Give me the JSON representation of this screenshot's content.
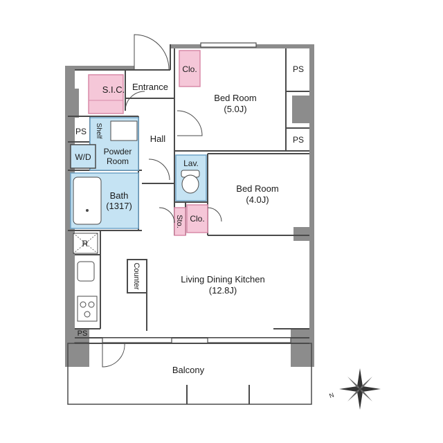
{
  "colors": {
    "wall": "#8c8c8c",
    "wall_dark": "#6e6e6e",
    "line": "#4a4a4a",
    "pink": "#f5c7d8",
    "pink_line": "#d88aa8",
    "blue": "#c5e3f3",
    "blue_line": "#6fa3c7",
    "text": "#1a1a1a"
  },
  "rooms": {
    "entrance": "Entrance",
    "sic": "S.I.C.",
    "closet_top": "Clo.",
    "bedroom1_name": "Bed Room",
    "bedroom1_size": "(5.0J)",
    "ps_top_right": "PS",
    "ps_mid_right": "PS",
    "ps_left": "PS",
    "shelf": "Shelf",
    "hall": "Hall",
    "wd": "W/D",
    "powder_line1": "Powder",
    "powder_line2": "Room",
    "lav": "Lav.",
    "bedroom2_name": "Bed Room",
    "bedroom2_size": "(4.0J)",
    "bath_line1": "Bath",
    "bath_line2": "(1317)",
    "sto": "Sto.",
    "closet_mid": "Clo.",
    "refrigerator": "R",
    "counter": "Counter",
    "ldk_name": "Living Dining Kitchen",
    "ldk_size": "(12.8J)",
    "ps_bottom": "PS",
    "balcony": "Balcony"
  },
  "compass": {
    "north_label": "N",
    "icon": "compass-rose-icon"
  }
}
